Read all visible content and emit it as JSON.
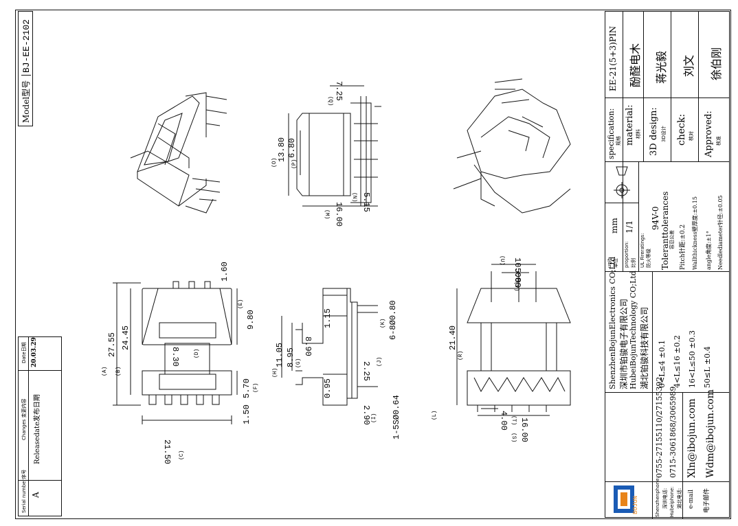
{
  "model_box": {
    "label": "Model型号",
    "value": "BJ-EE-2102"
  },
  "changes": {
    "headers": [
      "Serial number序号",
      "Changes 变更内容",
      "Date日期"
    ],
    "row": {
      "serial": "A",
      "change": "Releasedate发布日期",
      "date": "20.03.29"
    }
  },
  "title_block": {
    "spec_label": "specification:",
    "spec_cn": "规格",
    "spec_value": "EE-21(5+3)PIN",
    "material_label": "material:",
    "material_cn": "材料",
    "material_value": "酚醛电木",
    "design_label": "3D design:",
    "design_cn": "3D设计",
    "design_value": "蒋光毅",
    "check_label": "check:",
    "check_cn": "核对",
    "check_value": "刘文",
    "approved_label": "Approved:",
    "approved_cn": "核准",
    "approved_value": "徐伯刚",
    "unit_label": "unit:",
    "unit_cn": "单位",
    "unit_value": "mm",
    "proportion_label": "proportion:",
    "proportion_cn": "比例",
    "proportion_value": "1/1",
    "fire_label": "UL Fireratings:",
    "fire_cn": "防火等级",
    "fire_value": "94V-0",
    "company_en1": "ShenzhenBojunElectronics CO;Ltd",
    "company_cn1": "深圳市铂骏电子有限公司",
    "company_en2": "HubeiBojunTechnology CO;Ltd",
    "company_cn2": "湖北铂骏科技有限公司",
    "tol_title": "Toleranttolerances",
    "tol_cn": "容忍公差",
    "tol_rows": [
      "0<L≤4    ±0.1",
      "4<L≤16   ±0.2",
      "16<L≤50  ±0.3",
      "50≤L     ±0.4"
    ],
    "tol_notes": [
      "Pitch针距:±0.2",
      "Wallthickness壁厚度:±0.15",
      "angle角度:±1°",
      "Needlediameter针径:±0.05"
    ],
    "sz_phone_label": "Shenzhenphone:",
    "sz_phone_cn": "深圳电话:",
    "sz_phone": "0755-27155110/27155392",
    "hb_phone_label": "Hubeiphone:",
    "hb_phone_cn": "湖北电话:",
    "hb_phone": "0715-3061868/3065989",
    "email_label": "e-mail",
    "email_cn": "电子邮件",
    "email1": "Xln@ibojun.com",
    "email2": "Wdm@ibojun.com",
    "logo_text": "BOJUN"
  },
  "dims": {
    "d1": "27.55",
    "d2": "24.45",
    "d3": "21.50",
    "d4": "8.30",
    "d5": "9.80",
    "d6": "1.60",
    "d7": "5.70",
    "d8": "1.50",
    "d9": "11.05",
    "d10": "8.95",
    "d11": "8.90",
    "d12": "1.15",
    "d13": "6-8Ø0.80",
    "d14": "2.25",
    "d15": "0.95",
    "d16": "2.90",
    "d17": "1-5SØ0.64",
    "d18": "13.80",
    "d19": "6.80",
    "d20": "7.25",
    "d21": "5.15",
    "d22": "16.00",
    "d23": "21.40",
    "d24": "10.00",
    "d25": "5.00",
    "d26": "4.00",
    "d27": "16.00",
    "lA": "(A)",
    "lB": "(B)",
    "lC": "(C)",
    "lD": "(D)",
    "lE": "(E)",
    "lF": "(F)",
    "lG": "(G)",
    "lH": "(H)",
    "lI": "(I)",
    "lJ": "(J)",
    "lK": "(K)",
    "lL": "(L)",
    "lM": "(M)",
    "lN": "(N)",
    "lO": "(O)",
    "lP": "(P)",
    "lQ": "(Q)",
    "lR": "(R)",
    "lS": "(S)",
    "lT": "(T)",
    "lU": "(U)",
    "lV": "(V)"
  }
}
